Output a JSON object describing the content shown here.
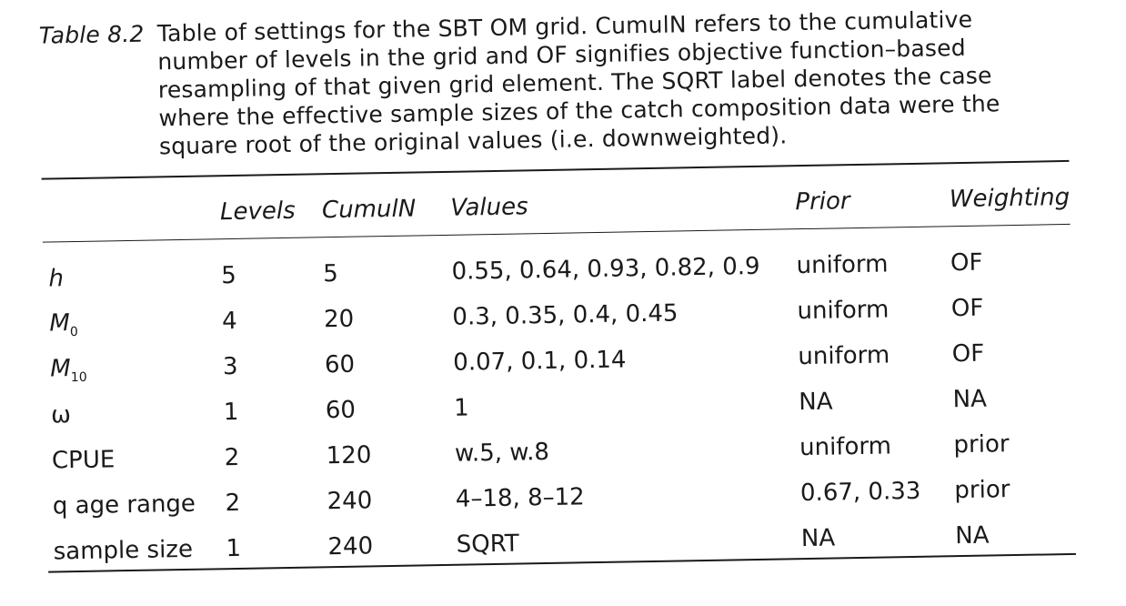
{
  "caption": {
    "label": "Table 8.2",
    "text": "Table of settings for the SBT OM grid. CumulN refers to the cumulative number of levels in the grid and OF signifies objective function–based resampling of that given grid element. The SQRT label denotes the case where the effective sample sizes of the catch composition data were the square root of the original values (i.e. downweighted)."
  },
  "table": {
    "headers": [
      "",
      "Levels",
      "CumulN",
      "Values",
      "Prior",
      "Weighting"
    ],
    "rows": [
      {
        "name": "h",
        "name_sub": "",
        "italic": true,
        "levels": "5",
        "cumuln": "5",
        "values": "0.55, 0.64, 0.93, 0.82, 0.9",
        "prior": "uniform",
        "weighting": "OF"
      },
      {
        "name": "M",
        "name_sub": "0",
        "italic": true,
        "levels": "4",
        "cumuln": "20",
        "values": "0.3, 0.35, 0.4, 0.45",
        "prior": "uniform",
        "weighting": "OF"
      },
      {
        "name": "M",
        "name_sub": "10",
        "italic": true,
        "levels": "3",
        "cumuln": "60",
        "values": "0.07, 0.1, 0.14",
        "prior": "uniform",
        "weighting": "OF"
      },
      {
        "name": "ω",
        "name_sub": "",
        "italic": false,
        "levels": "1",
        "cumuln": "60",
        "values": "1",
        "prior": "NA",
        "weighting": "NA"
      },
      {
        "name": "CPUE",
        "name_sub": "",
        "italic": false,
        "levels": "2",
        "cumuln": "120",
        "values": "w.5, w.8",
        "prior": "uniform",
        "weighting": "prior"
      },
      {
        "name": "q age range",
        "name_sub": "",
        "italic": false,
        "levels": "2",
        "cumuln": "240",
        "values": "4–18, 8–12",
        "prior": "0.67, 0.33",
        "weighting": "prior"
      },
      {
        "name": "sample size",
        "name_sub": "",
        "italic": false,
        "levels": "1",
        "cumuln": "240",
        "values": "SQRT",
        "prior": "NA",
        "weighting": "NA"
      }
    ]
  }
}
